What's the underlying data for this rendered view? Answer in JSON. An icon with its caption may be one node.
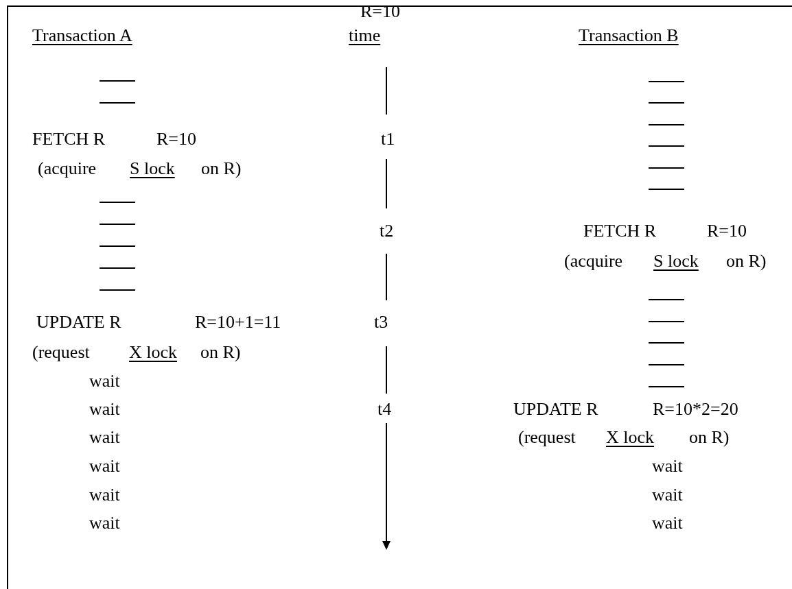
{
  "diagram": {
    "labels": [
      "R=10",
      "Transaction A",
      "time",
      "Transaction B",
      "FETCH R",
      "R=10",
      "t1",
      "(acquire",
      "S lock",
      "on R)",
      "t2",
      "FETCH R",
      "R=10",
      "(acquire",
      "S lock",
      "on R)",
      "UPDATE R",
      "R=10+1=11",
      "t3",
      "(request",
      "X lock",
      "on R)",
      "wait",
      "wait",
      "t4",
      "UPDATE R",
      "R=10*2=20",
      "wait",
      "(request",
      "X lock",
      "on R)",
      "wait",
      "wait",
      "wait",
      "wait",
      "wait",
      "wait"
    ]
  }
}
